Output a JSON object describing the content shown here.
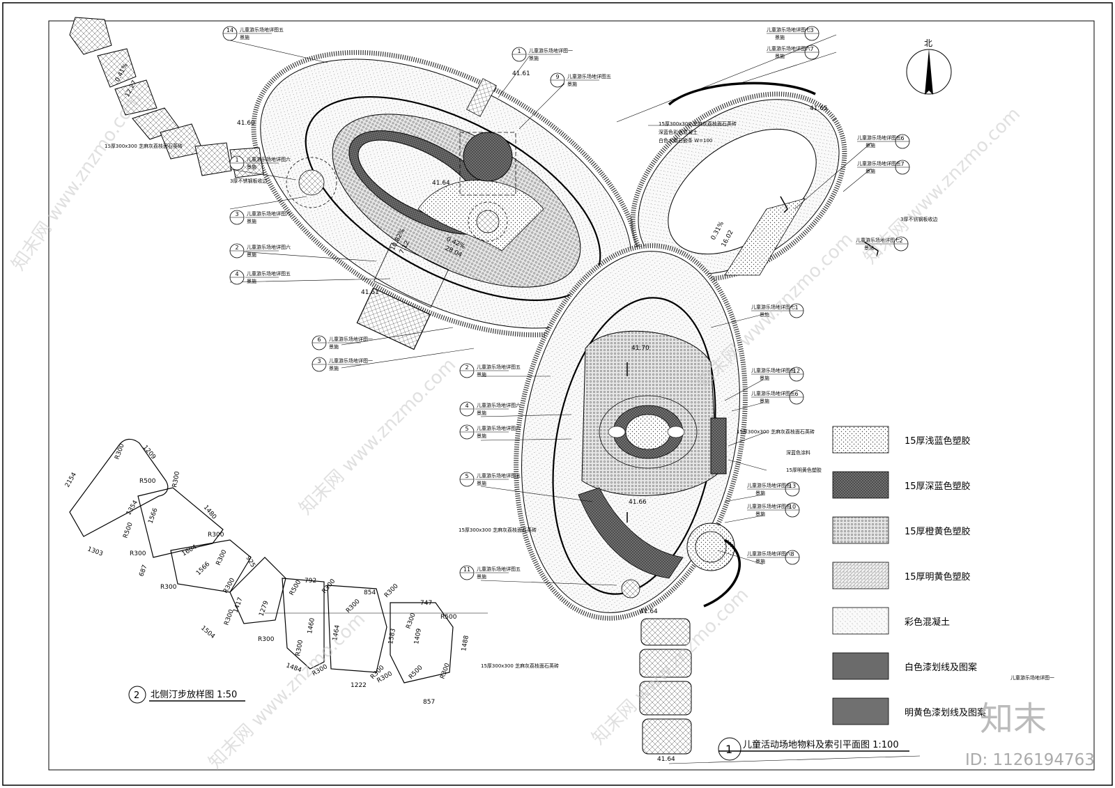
{
  "north_label": "北",
  "main_title": "儿童活动场地物料及索引平面图 1:100",
  "main_title_no": "1",
  "detail_title": "北侧汀步放样图 1:50",
  "detail_title_no": "2",
  "drawing_id": "ID: 1126194763",
  "logo": "知末",
  "watermark": "知末网 www.znzmo.com",
  "legend": [
    {
      "label": "15厚浅蓝色塑胶",
      "pattern": "light-blue"
    },
    {
      "label": "15厚深蓝色塑胶",
      "pattern": "dark-blue"
    },
    {
      "label": "15厚橙黄色塑胶",
      "pattern": "orange"
    },
    {
      "label": "15厚明黄色塑胶",
      "pattern": "yellow"
    },
    {
      "label": "彩色混凝土",
      "pattern": "concrete"
    },
    {
      "label": "白色漆划线及图案",
      "pattern": "white-line"
    },
    {
      "label": "明黄色漆划线及图案",
      "pattern": "yellow-line"
    }
  ],
  "elevations": [
    "41.60",
    "41.61",
    "41.64",
    "41.61",
    "41.65",
    "41.70",
    "41.66",
    "41.64",
    "41.64"
  ],
  "dims": {
    "slope_a": "0.41%",
    "len_a": "12.27",
    "slope_b": "0.42%",
    "len_b": "28.04",
    "slope_c": "0.31%",
    "len_c": "16.02",
    "slope_d": "10.82%",
    "len_d": "7.12"
  },
  "notes": {
    "paving_left": "15厚300x300 芝麻灰荔枝面石英砖",
    "paving_bottom": "15厚300x300 芝麻灰荔枝面石英砖",
    "paving_mid": "15厚300x300 芝麻灰荔枝面石英砖",
    "paving_right": "15厚300x300 芝麻灰荔枝面石英砖",
    "paving_top": "15厚300x300 芝麻灰荔枝面石英砖",
    "concrete_strip": "深蓝色彩色混凝土",
    "white_line": "白色水磨石嵌条 W=100",
    "plant_edge": "3厚不锈钢板收边",
    "plant_edge_right": "3厚不锈钢板收边",
    "dark_paint": "深蓝色涂料",
    "yellow_rubber": "15厚明黄色塑胶",
    "bottom_right_note": "儿童游乐场地详图一"
  },
  "callouts": [
    {
      "text": "儿童游乐场地详图五",
      "sub": "景施",
      "no": "14"
    },
    {
      "text": "儿童游乐场地详图一",
      "sub": "景施",
      "no": "1"
    },
    {
      "text": "儿童游乐场地详图五",
      "sub": "景施",
      "no": "9"
    },
    {
      "text": "儿童游乐场地详图七",
      "sub": "景施",
      "no": "3"
    },
    {
      "text": "儿童游乐场地详图六",
      "sub": "景施",
      "no": "7"
    },
    {
      "text": "儿童游乐场地详图五",
      "sub": "景施",
      "no": "6"
    },
    {
      "text": "儿童游乐场地详图五",
      "sub": "景施",
      "no": "7"
    },
    {
      "text": "儿童游乐场地详图六",
      "sub": "景施",
      "no": "1"
    },
    {
      "text": "儿童游乐场地详图六",
      "sub": "景施",
      "no": "3"
    },
    {
      "text": "儿童游乐场地详图六",
      "sub": "景施",
      "no": "2"
    },
    {
      "text": "儿童游乐场地详图五",
      "sub": "景施",
      "no": "4"
    },
    {
      "text": "儿童游乐场地详图一",
      "sub": "景施",
      "no": "6"
    },
    {
      "text": "儿童游乐场地详图一",
      "sub": "景施",
      "no": "3"
    },
    {
      "text": "儿童游乐场地详图七",
      "sub": "景施",
      "no": "2"
    },
    {
      "text": "儿童游乐场地详图七",
      "sub": "景施",
      "no": "1"
    },
    {
      "text": "儿童游乐场地详图五",
      "sub": "景施",
      "no": "2"
    },
    {
      "text": "儿童游乐场地详图六",
      "sub": "景施",
      "no": "4"
    },
    {
      "text": "儿童游乐场地详图六",
      "sub": "景施",
      "no": "5"
    },
    {
      "text": "儿童游乐场地详图五",
      "sub": "景施",
      "no": "5"
    },
    {
      "text": "儿童游乐场地详图五",
      "sub": "景施",
      "no": "12"
    },
    {
      "text": "儿童游乐场地详图五",
      "sub": "景施",
      "no": "6"
    },
    {
      "text": "儿童游乐场地详图五",
      "sub": "景施",
      "no": "13"
    },
    {
      "text": "儿童游乐场地详图五",
      "sub": "景施",
      "no": "10"
    },
    {
      "text": "儿童游乐场地详图六",
      "sub": "景施",
      "no": "8"
    },
    {
      "text": "儿童游乐场地详图五",
      "sub": "景施",
      "no": "11"
    }
  ],
  "section_marks": [
    "2",
    "2",
    "1",
    "1"
  ],
  "step_dims": [
    "2154",
    "1209",
    "R300",
    "R500",
    "R300",
    "1354",
    "1566",
    "1480",
    "R300",
    "R500",
    "1303",
    "R300",
    "1604",
    "R300",
    "925",
    "687",
    "R300",
    "1566",
    "R300",
    "792",
    "R300",
    "854",
    "R300",
    "747",
    "R500",
    "1417",
    "1279",
    "R500",
    "R300",
    "R300",
    "1504",
    "R300",
    "1460",
    "1464",
    "1583",
    "1409",
    "1488",
    "R300",
    "R300",
    "R300",
    "R500",
    "R300",
    "1484",
    "R300",
    "1222",
    "R300",
    "857"
  ]
}
